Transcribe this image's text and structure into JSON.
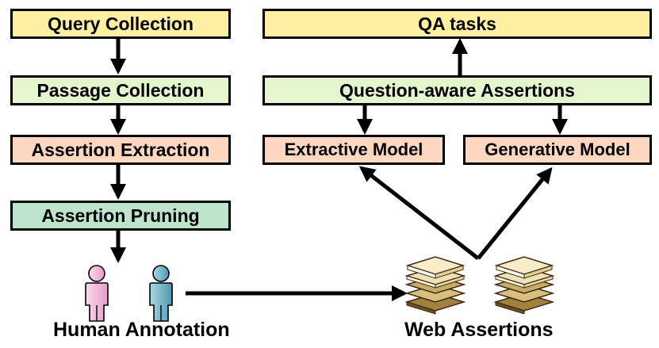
{
  "pipeline_left": {
    "query_collection": "Query Collection",
    "passage_collection": "Passage Collection",
    "assertion_extraction": "Assertion Extraction",
    "assertion_pruning": "Assertion Pruning"
  },
  "pipeline_right": {
    "qa_tasks": "QA tasks",
    "question_aware_assertions": "Question-aware Assertions",
    "extractive_model": "Extractive Model",
    "generative_model": "Generative Model"
  },
  "captions": {
    "human_annotation": "Human Annotation",
    "web_assertions": "Web Assertions"
  },
  "colors": {
    "yellow": "#ffefa3",
    "light_green": "#e5f6cf",
    "salmon": "#fdd7c0",
    "teal": "#bfe4ce",
    "person_pink": "#f3b6d9",
    "person_blue": "#7cbcd0",
    "document_tan": "#e7d39c"
  },
  "icons": [
    "person-icon",
    "document-stack-icon"
  ]
}
